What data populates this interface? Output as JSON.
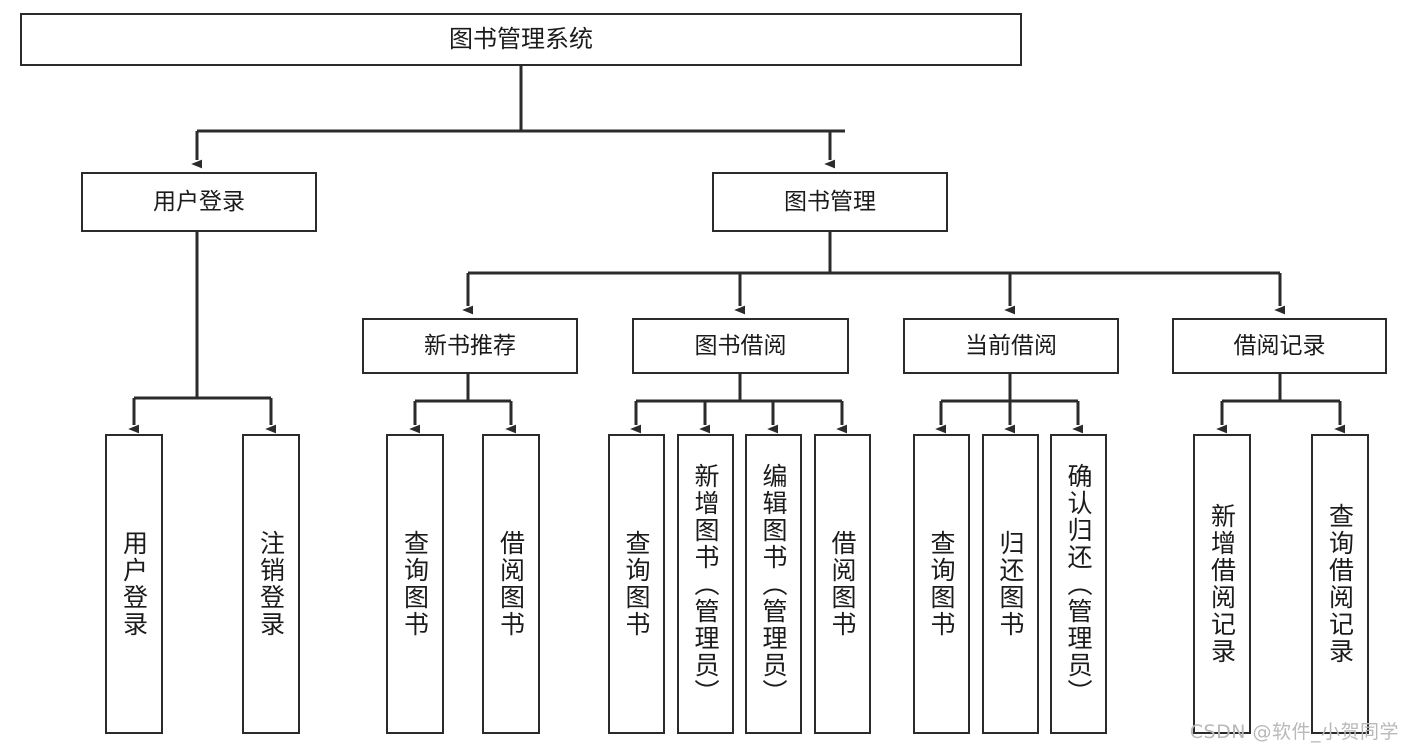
{
  "diagram": {
    "type": "tree-hierarchy-chart",
    "title": "图书管理系统",
    "watermark": "CSDN @软件_小贺同学",
    "colors": {
      "box_border": "#2b2b2b",
      "box_fill": "#ffffff",
      "connector": "#2b2b2b",
      "text": "#1b1b1b",
      "watermark": "#b9b9b9",
      "background": "#ffffff"
    },
    "levels": {
      "root": [
        "图书管理系统"
      ],
      "level2": [
        "用户登录",
        "图书管理"
      ],
      "level3": [
        "新书推荐",
        "图书借阅",
        "当前借阅",
        "借阅记录"
      ],
      "leaves": [
        "用户登录",
        "注销登录",
        "查询图书",
        "借阅图书",
        "查询图书",
        "新增图书（管理员）",
        "编辑图书（管理员）",
        "借阅图书",
        "查询图书",
        "归还图书",
        "确认归还（管理员）",
        "新增借阅记录",
        "查询借阅记录"
      ]
    },
    "nodes": {
      "root": {
        "label": "图书管理系统"
      },
      "user_login": {
        "label": "用户登录"
      },
      "book_manage": {
        "label": "图书管理"
      },
      "new_book_rec": {
        "label": "新书推荐"
      },
      "book_borrow": {
        "label": "图书借阅"
      },
      "current_borrow": {
        "label": "当前借阅"
      },
      "borrow_record": {
        "label": "借阅记录"
      },
      "leaf_user_login": {
        "label": "用户登录"
      },
      "leaf_user_logout": {
        "label": "注销登录"
      },
      "leaf_query_book_1": {
        "label": "查询图书"
      },
      "leaf_borrow_book_1": {
        "label": "借阅图书"
      },
      "leaf_query_book_2": {
        "label": "查询图书"
      },
      "leaf_add_book_admin": {
        "label": "新增图书（管理员）"
      },
      "leaf_edit_book_admin": {
        "label": "编辑图书（管理员）"
      },
      "leaf_borrow_book_2": {
        "label": "借阅图书"
      },
      "leaf_query_book_3": {
        "label": "查询图书"
      },
      "leaf_return_book": {
        "label": "归还图书"
      },
      "leaf_confirm_return_admin": {
        "label": "确认归还（管理员）"
      },
      "leaf_add_borrow_record": {
        "label": "新增借阅记录"
      },
      "leaf_query_borrow_record": {
        "label": "查询借阅记录"
      }
    }
  }
}
